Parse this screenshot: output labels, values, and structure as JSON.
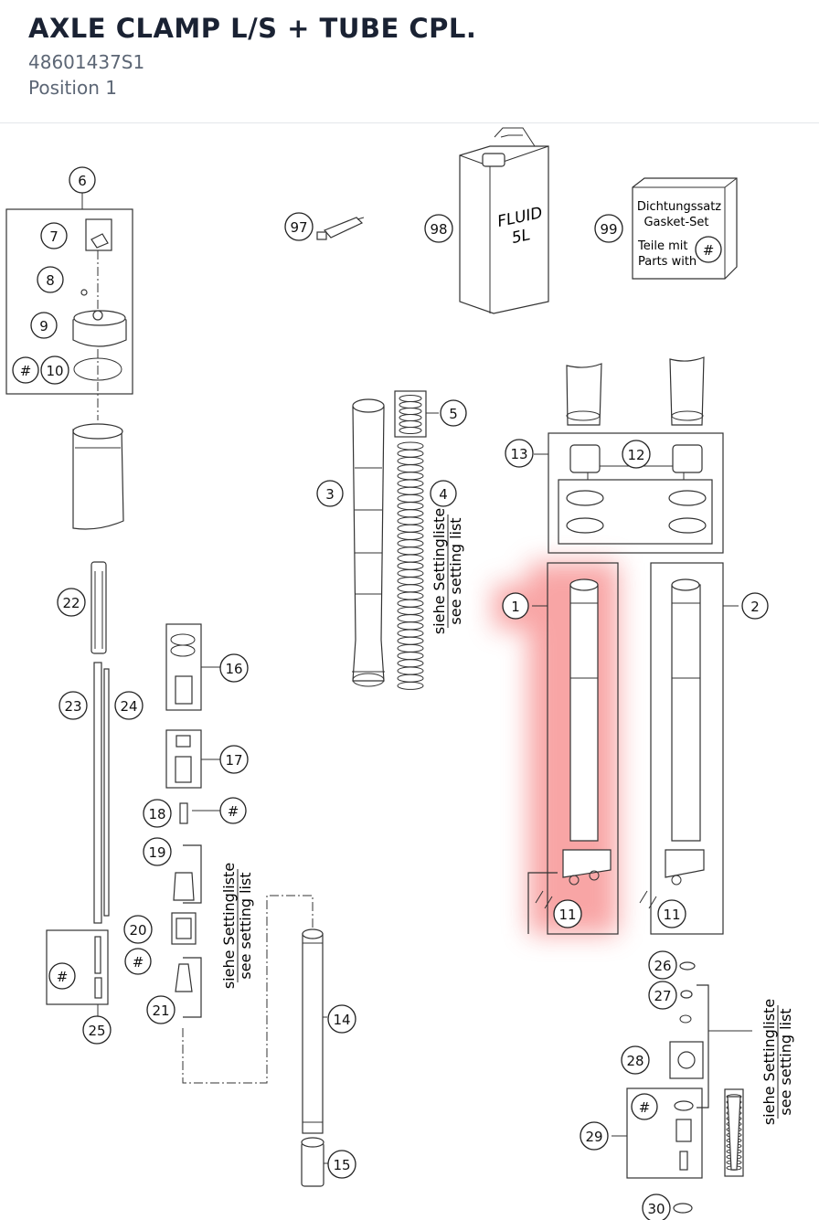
{
  "header": {
    "title": "AXLE CLAMP L/S + TUBE CPL.",
    "part_number": "48601437S1",
    "position": "Position 1"
  },
  "colors": {
    "highlight": "#f35b5b",
    "ink": "#222222"
  },
  "callouts": [
    {
      "id": "c6",
      "label": "6"
    },
    {
      "id": "c7",
      "label": "7"
    },
    {
      "id": "c8",
      "label": "8"
    },
    {
      "id": "c9",
      "label": "9"
    },
    {
      "id": "c10h",
      "label": "#"
    },
    {
      "id": "c10",
      "label": "10"
    },
    {
      "id": "c97",
      "label": "97"
    },
    {
      "id": "c98",
      "label": "98"
    },
    {
      "id": "c99",
      "label": "99"
    },
    {
      "id": "c99h",
      "label": "#"
    },
    {
      "id": "c5",
      "label": "5"
    },
    {
      "id": "c3",
      "label": "3"
    },
    {
      "id": "c4",
      "label": "4"
    },
    {
      "id": "c13",
      "label": "13"
    },
    {
      "id": "c12",
      "label": "12"
    },
    {
      "id": "c1",
      "label": "1"
    },
    {
      "id": "c2",
      "label": "2"
    },
    {
      "id": "c22",
      "label": "22"
    },
    {
      "id": "c16",
      "label": "16"
    },
    {
      "id": "c23",
      "label": "23"
    },
    {
      "id": "c24",
      "label": "24"
    },
    {
      "id": "c17",
      "label": "17"
    },
    {
      "id": "c18",
      "label": "18"
    },
    {
      "id": "c18h",
      "label": "#"
    },
    {
      "id": "c19",
      "label": "19"
    },
    {
      "id": "c20",
      "label": "20"
    },
    {
      "id": "c20h",
      "label": "#"
    },
    {
      "id": "c21",
      "label": "21"
    },
    {
      "id": "c25h",
      "label": "#"
    },
    {
      "id": "c25",
      "label": "25"
    },
    {
      "id": "c14",
      "label": "14"
    },
    {
      "id": "c15",
      "label": "15"
    },
    {
      "id": "c11a",
      "label": "11"
    },
    {
      "id": "c11b",
      "label": "11"
    },
    {
      "id": "c26",
      "label": "26"
    },
    {
      "id": "c27",
      "label": "27"
    },
    {
      "id": "c28",
      "label": "28"
    },
    {
      "id": "c29h",
      "label": "#"
    },
    {
      "id": "c29",
      "label": "29"
    },
    {
      "id": "c30",
      "label": "30"
    }
  ],
  "labels": {
    "fluid_1": "FLUID",
    "fluid_2": "5L",
    "gasket_1": "Dichtungssatz",
    "gasket_2": "Gasket-Set",
    "gasket_3": "Teile mit",
    "gasket_4": "Parts with",
    "setting_de": "siehe Settingliste",
    "setting_en": "see setting list"
  }
}
